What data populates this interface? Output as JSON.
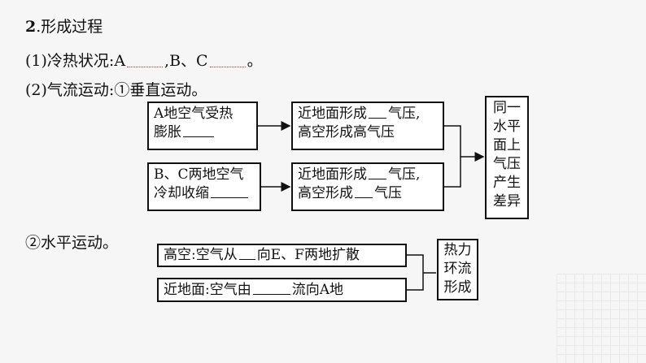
{
  "heading": {
    "num": "2",
    "title": ".形成过程"
  },
  "line1": {
    "prefix": "(1)冷热状况:A",
    "mid": ",B、C",
    "suffix": "。"
  },
  "line2": {
    "text": "(2)气流运动:①垂直运动。"
  },
  "vertical": {
    "boxA": {
      "l1": "A地空气受热",
      "l2": "膨胀"
    },
    "boxBC": {
      "l1": "B、C两地空气",
      "l2": "冷却收缩"
    },
    "resultA": {
      "l1a": "近地面形成",
      "l1b": "气压,",
      "l2": "高空形成高气压"
    },
    "resultBC": {
      "l1a": "近地面形成",
      "l1b": "气压,",
      "l2a": "高空形成",
      "l2b": "气压"
    },
    "final": [
      "同一",
      "水平",
      "面上",
      "气压",
      "产生",
      "差异"
    ]
  },
  "line3": {
    "text": "②水平运动。"
  },
  "horizontal": {
    "upper": {
      "a": "高空:空气从",
      "b": "向E、F两地扩散"
    },
    "lower": {
      "a": "近地面:空气由",
      "b": "流向A地"
    },
    "final": [
      "热力",
      "环流",
      "形成"
    ]
  }
}
